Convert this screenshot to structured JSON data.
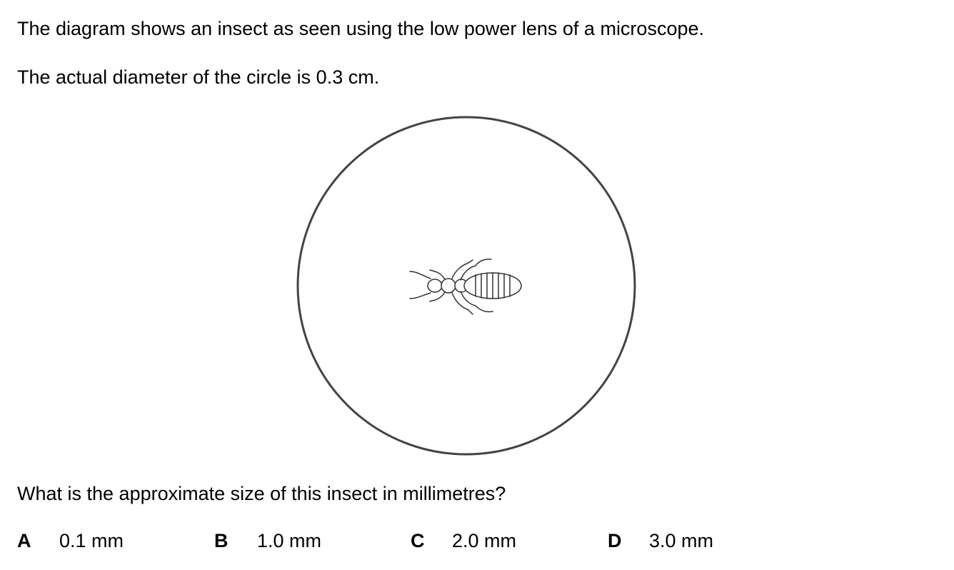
{
  "question": {
    "intro": "The diagram shows an insect as seen using the low power lens of a microscope.",
    "diameter_statement": "The actual diameter of the circle is 0.3 cm.",
    "prompt": "What is the approximate size of this insect in millimetres?"
  },
  "options": [
    {
      "letter": "A",
      "value": "0.1 mm"
    },
    {
      "letter": "B",
      "value": "1.0 mm"
    },
    {
      "letter": "C",
      "value": "2.0 mm"
    },
    {
      "letter": "D",
      "value": "3.0 mm"
    }
  ],
  "figure": {
    "stroke_color": "#444444",
    "icon": "insect-icon"
  }
}
